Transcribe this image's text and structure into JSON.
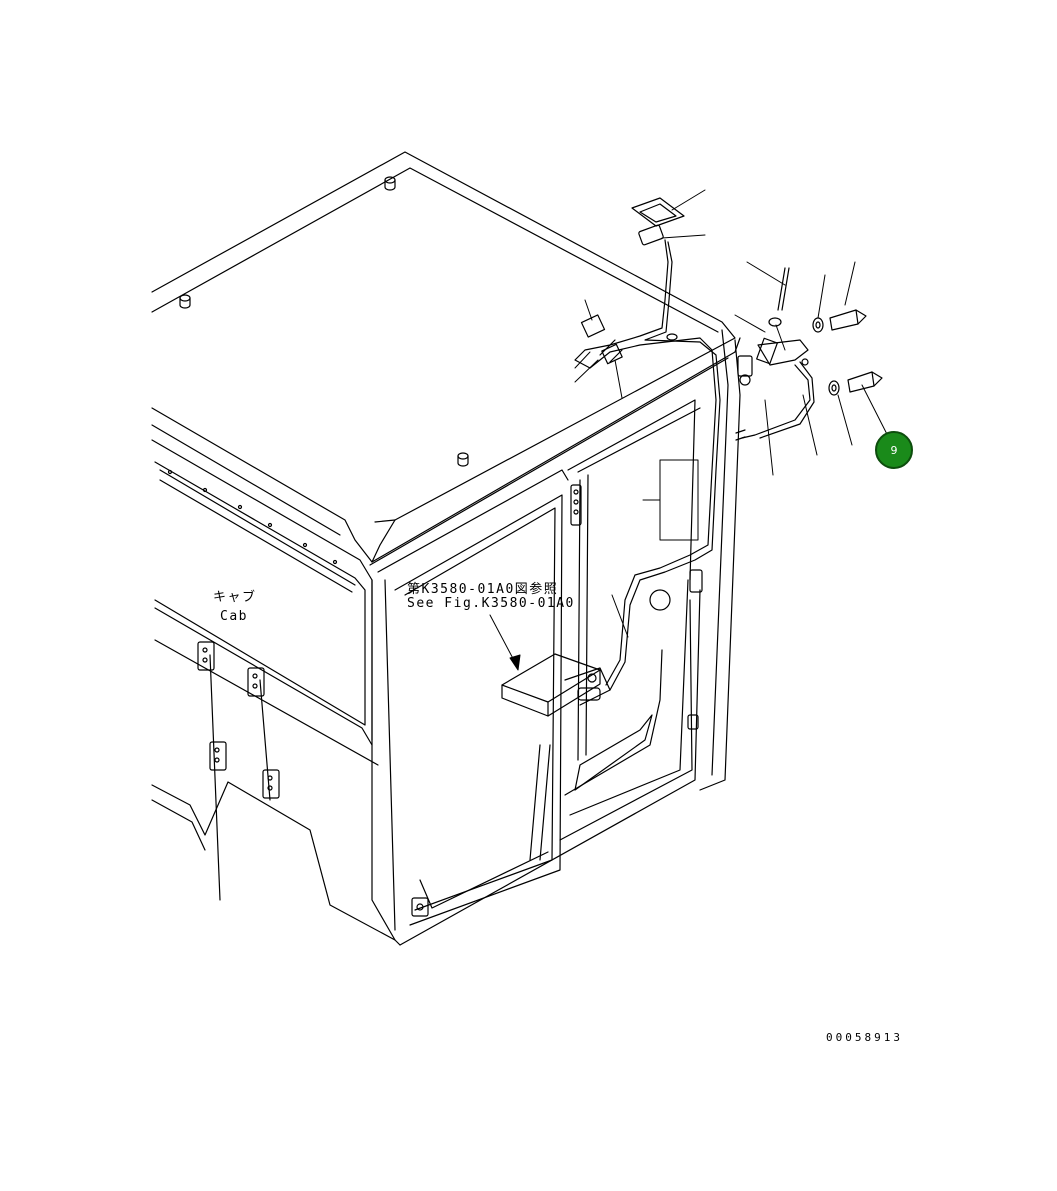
{
  "diagram": {
    "labels": {
      "cab_jp": "キャブ",
      "cab_en": "Cab",
      "reference_jp": "第K3580-01A0図参照",
      "reference_en": "See Fig.K3580-01A0"
    },
    "callouts": [
      {
        "number": "9"
      }
    ],
    "drawing_number": "00058913"
  }
}
